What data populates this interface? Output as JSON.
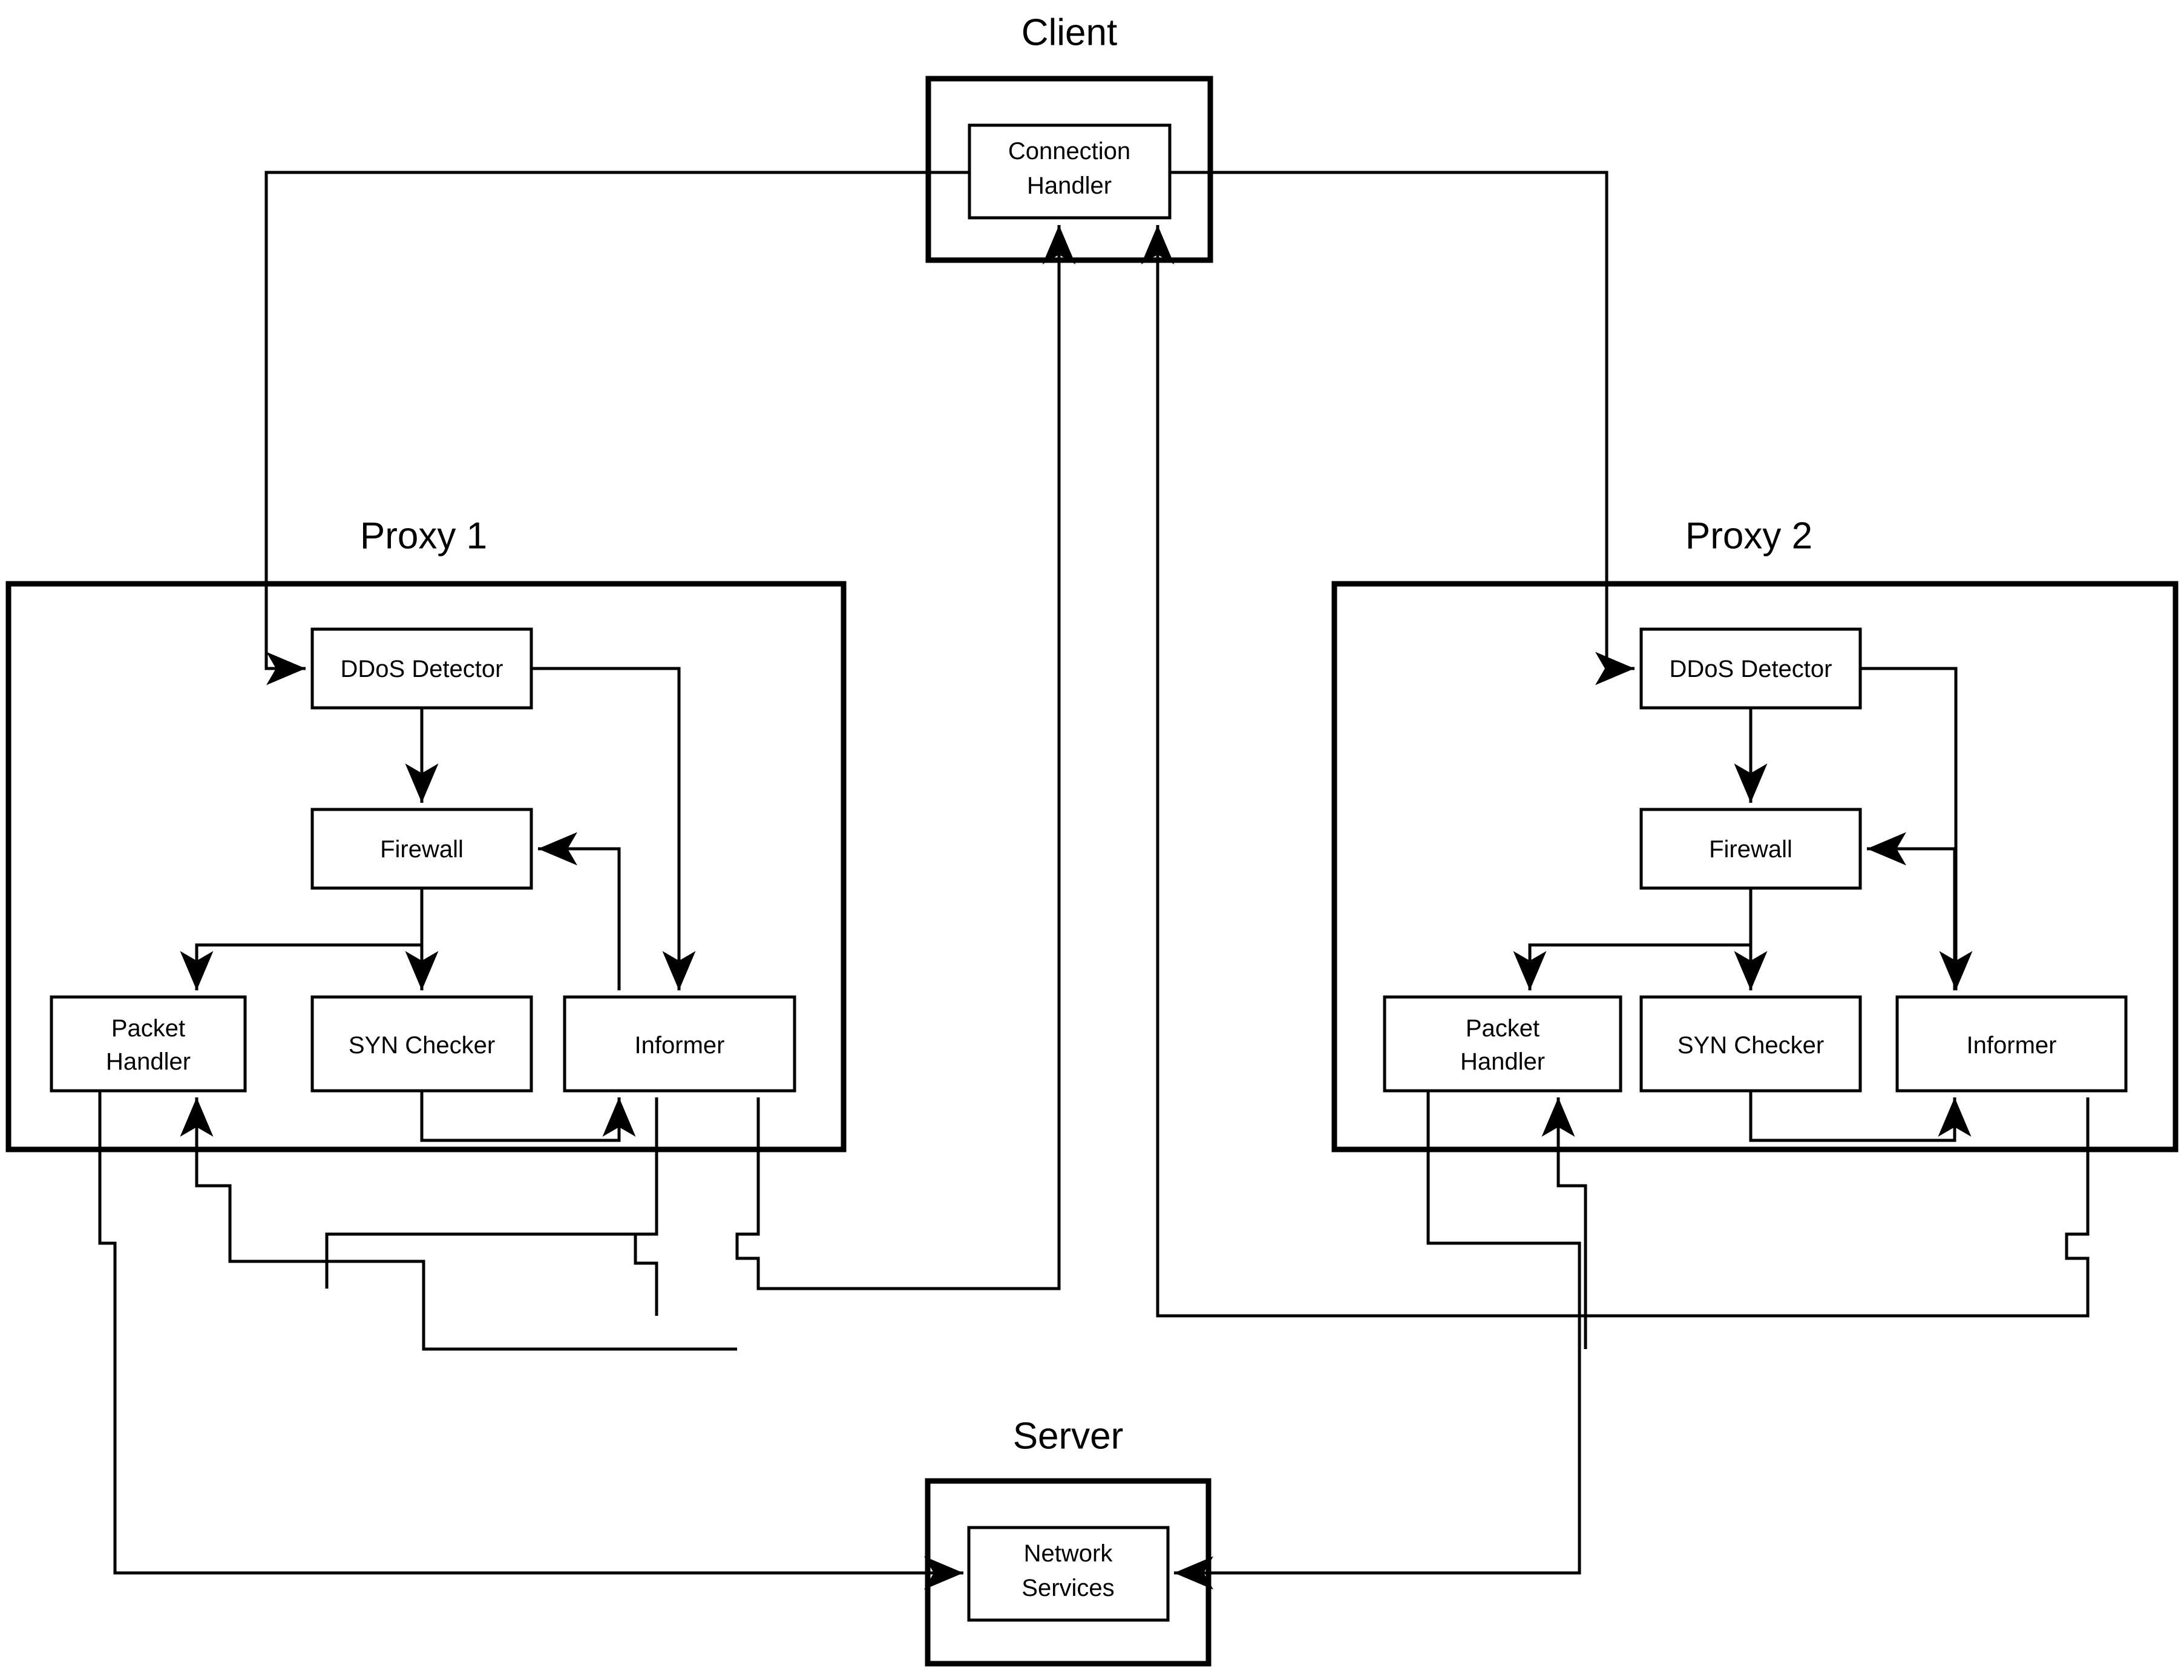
{
  "diagram": {
    "title_client": "Client",
    "title_proxy1": "Proxy 1",
    "title_proxy2": "Proxy 2",
    "title_server": "Server",
    "nodes": {
      "connection_handler": "Connection Handler",
      "network_services": "Network Services",
      "ddos_detector": "DDoS Detector",
      "firewall": "Firewall",
      "packet_handler_l1": "Packet",
      "packet_handler_l2": "Handler",
      "syn_checker": "SYN Checker",
      "informer": "Informer"
    },
    "connection_handler_l1": "Connection",
    "connection_handler_l2": "Handler",
    "network_services_l1": "Network",
    "network_services_l2": "Services"
  },
  "groups": [
    {
      "id": "client",
      "label": "Client"
    },
    {
      "id": "proxy1",
      "label": "Proxy 1"
    },
    {
      "id": "proxy2",
      "label": "Proxy 2"
    },
    {
      "id": "server",
      "label": "Server"
    }
  ],
  "colors": {
    "stroke": "#000000",
    "fill": "#ffffff"
  }
}
